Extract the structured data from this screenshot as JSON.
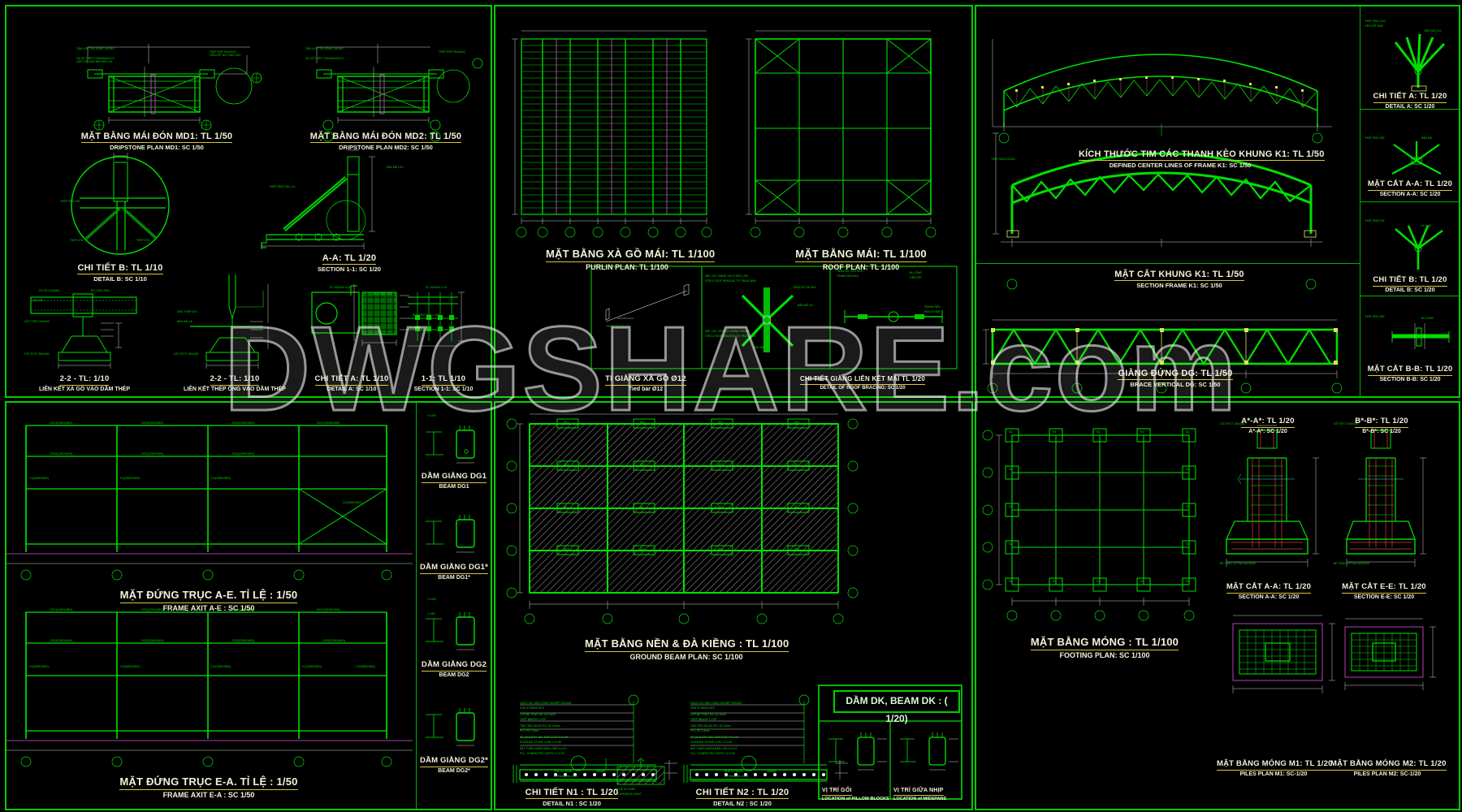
{
  "sheet": {
    "watermark": "DWGSHARE.com",
    "background": "#000000",
    "line_color": "#00e000",
    "caption_color": "#f2f2d8",
    "underline_color": "#d8c43c"
  },
  "panels": [
    {
      "id": "panel-roof-details",
      "position": "top-left",
      "captions": [
        {
          "vn": "MẶT BẰNG MÁI ĐÓN MD1: TL 1/50",
          "en": "DRIPSTONE PLAN MD1: SC 1/50"
        },
        {
          "vn": "MẶT BẰNG MÁI ĐÓN MD2: TL 1/50",
          "en": "DRIPSTONE PLAN MD2: SC 1/50"
        },
        {
          "vn": "CHI TIẾT B: TL 1/10",
          "en": "DETAIL B: SC 1/10"
        },
        {
          "vn": "A-A: TL 1/20",
          "en": "SECTION 1-1: SC 1/20"
        },
        {
          "vn": "2-2 - TL: 1/10",
          "en": "LIÊN KẾT XÀ GỒ VÀO DẦM THÉP"
        },
        {
          "vn": "2-2 - TL: 1/10",
          "en": "LIÊN KẾT THÉP ỐNG VÀO DẦM THÉP"
        },
        {
          "vn": "CHI TIẾT A: TL 1/10",
          "en": "DETAIL A: SC 1/10"
        },
        {
          "vn": "1-1: TL 1/10",
          "en": "SECTION 1-1: SC 1/10"
        }
      ]
    },
    {
      "id": "panel-purlin-roof-plan",
      "position": "top-center",
      "captions": [
        {
          "vn": "MẶT BẰNG XÀ GỒ MÁI: TL 1/100",
          "en": "PURLIN PLAN: TL 1/100"
        },
        {
          "vn": "MẶT BẰNG MÁI: TL 1/100",
          "en": "ROOF PLAN: TL 1/100"
        },
        {
          "vn": "TI GIẰNG XÀ GỒ Ø12",
          "en": "Tied bar Ø12"
        },
        {
          "vn": "CHI TIẾT GIẰNG LIÊN KẾT MÁI TL 1/20",
          "en": "DETAIL OF ROOF BRACING: SC 1/20"
        }
      ]
    },
    {
      "id": "panel-truss-frame",
      "position": "top-right",
      "captions": [
        {
          "vn": "KÍCH THƯỚC TIM CÁC THANH KÈO KHUNG K1: TL 1/50",
          "en": "DEFINED CENTER LINES OF FRAME K1: SC 1/50"
        },
        {
          "vn": "MẶT CẮT KHUNG K1: TL 1/50",
          "en": "SECTION FRAME K1: SC 1/50"
        },
        {
          "vn": "GIẰNG ĐỨNG DG: TL 1/50",
          "en": "BRACE VERTICAL DG: SC 1/50"
        }
      ],
      "side_details": [
        {
          "vn": "CHI TIẾT A: TL 1/20",
          "en": "DETAIL A: SC 1/20"
        },
        {
          "vn": "MẶT CẮT A-A: TL 1/20",
          "en": "SECTION A-A: SC 1/20"
        },
        {
          "vn": "CHI TIẾT B: TL 1/20",
          "en": "DETAIL B: SC 1/20"
        },
        {
          "vn": "MẶT CẮT B-B: TL 1/20",
          "en": "SECTION B-B: SC 1/20"
        }
      ]
    },
    {
      "id": "panel-frame-elevations",
      "position": "bottom-left",
      "captions": [
        {
          "vn": "MẶT ĐỨNG TRỤC A-E. TỈ LỆ : 1/50",
          "en": "FRAME AXIT A-E : SC 1/50"
        },
        {
          "vn": "MẶT ĐỨNG TRỤC E-A. TỈ LỆ : 1/50",
          "en": "FRAME AXIT E-A : SC 1/50"
        }
      ],
      "beam_details": [
        {
          "vn": "DẦM GIẰNG DG1",
          "en": "BEAM DG1"
        },
        {
          "vn": "DẦM GIẰNG DG1*",
          "en": "BEAM DG1*"
        },
        {
          "vn": "DẦM GIẰNG DG2",
          "en": "BEAM DG2"
        },
        {
          "vn": "DẦM GIẰNG DG2*",
          "en": "BEAM DG2*"
        }
      ],
      "member_tags": [
        "DG1(200X450)",
        "DG1(200X450)",
        "DG1(200X450)",
        "DG1(200X450)",
        "DG2(200X400)",
        "DG2(200X400)",
        "DG2(200X400)",
        "DG2(200X400)",
        "DG1*(200X450)",
        "DG1*(200X450)",
        "C1(300X300)",
        "C1(300X300)",
        "C1(300X300)",
        "C1(300X300)",
        "C1(300X300)"
      ]
    },
    {
      "id": "panel-ground-beam-plan",
      "position": "bottom-center",
      "captions": [
        {
          "vn": "MẶT BẰNG NỀN & ĐÀ KIỀNG : TL 1/100",
          "en": "GROUND BEAM PLAN: SC 1/100"
        },
        {
          "vn": "CHI TIẾT N1 : TL 1/20",
          "en": "DETAIL N1 : SC 1/20"
        },
        {
          "vn": "CHI TIẾT N2 : TL 1/20",
          "en": "DETAIL N2 : SC 1/20"
        },
        {
          "vn": "VỊ TRÍ GỐI",
          "en": "LOCATION of PILLOW BLOCKS"
        },
        {
          "vn": "VỊ TRÍ GIỮA NHỊP",
          "en": "LOCATION of MIDSPANS"
        }
      ],
      "box_label": "DẦM DK, BEAM DK : ( 1/20)",
      "note": "KHE CO GIÃN\nEXPANSION JOINT",
      "slab_tags": [
        "DK1",
        "DK1",
        "DK1",
        "DK1",
        "DK2",
        "DK2",
        "DK2",
        "N1",
        "N1",
        "N1",
        "N2",
        "N2"
      ]
    },
    {
      "id": "panel-footing-plan",
      "position": "bottom-right",
      "captions": [
        {
          "vn": "MẶT BẰNG MÓNG : TL 1/100",
          "en": "FOOTING PLAN: SC 1/100"
        },
        {
          "vn": "MẶT CẮT A-A: TL 1/20",
          "en": "SECTION A-A: SC 1/20"
        },
        {
          "vn": "MẶT CẮT E-E: TL 1/20",
          "en": "SECTION E-E: SC 1/20"
        },
        {
          "vn": "MẶT BẰNG MÓNG M1: TL 1/20",
          "en": "PILES PLAN M1: SC-1/20"
        },
        {
          "vn": "MẶT BẰNG MÓNG M2: TL 1/20",
          "en": "PILES PLAN M2: SC-1/20"
        }
      ],
      "section_titles": [
        {
          "vn": "A*-A*: TL 1/20",
          "en": "A*-A*: SC 1/20"
        },
        {
          "vn": "B*-B*: TL 1/20",
          "en": "B*-B*: SC 1/20"
        }
      ],
      "footing_tags": [
        "M1",
        "M1",
        "M1",
        "M1",
        "M1",
        "M1",
        "M1",
        "M1",
        "M2",
        "M2",
        "M2",
        "M2"
      ]
    }
  ],
  "axis_labels_alpha": [
    "A",
    "B",
    "C",
    "D",
    "E"
  ],
  "axis_labels_num": [
    "1",
    "2",
    "3",
    "4",
    "5",
    "6",
    "7",
    "8",
    "9",
    "10"
  ],
  "levels": [
    "+0.000",
    "-0.450",
    "-1.500",
    "+4.200",
    "-0.900"
  ],
  "micro_notes": [
    "THÉP HỘP 50x100x2",
    "TẤM LỢP TÔN SÓNG VUÔNG",
    "XÀ GỒ THÉP C150x65x20x2.5",
    "BU LÔNG M16",
    "BẢN MÃ t=10",
    "THÉP ỐNG D90",
    "CỘT BTCT 300x300",
    "LIÊN KẾT HÀN",
    "VỮA XI MĂNG M75",
    "BÊ TÔNG LÓT ĐÁ 4x6 M100",
    "ĐẤT THIÊN NHIÊN ĐẦM CHẶT K=0.9"
  ]
}
